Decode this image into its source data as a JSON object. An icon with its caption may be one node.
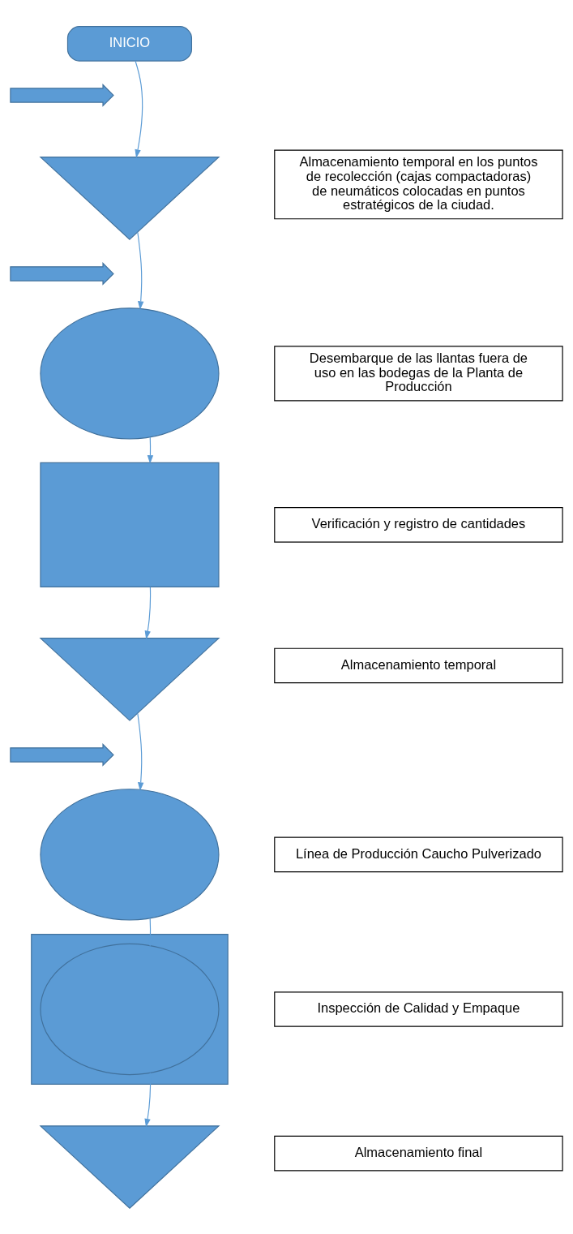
{
  "diagram": {
    "nodes": [
      {
        "text": [
          "INICIO"
        ]
      },
      {
        "text": [],
        "shape": "arrow"
      },
      {
        "text": [],
        "shape": "triangle"
      },
      {
        "text": [
          "Almacenamiento temporal en los puntos de recolección (cajas compactadoras) de neumáticos colocadas en puntos estratégicos de la ciudad."
        ]
      },
      {
        "text": [],
        "shape": "arrow"
      },
      {
        "text": [],
        "shape": "circle"
      },
      {
        "text": [
          "Desembarque de las llantas fuera de uso en las bodegas de la Planta de Producción"
        ]
      },
      {
        "text": [],
        "shape": "box"
      },
      {
        "text": [
          "Verificación y registro de cantidades"
        ]
      },
      {
        "text": [],
        "shape": "triangle"
      },
      {
        "text": [
          "Almacenamiento temporal"
        ]
      },
      {
        "text": [],
        "shape": "arrow"
      },
      {
        "text": [],
        "shape": "circle"
      },
      {
        "text": [
          "Línea de Producción Caucho Pulverizado"
        ]
      },
      {
        "text": [],
        "shape": "box"
      },
      {
        "text": [],
        "shape": "circle",
        "in": 14
      },
      {
        "text": [
          "Inspección de Calidad y Empaque"
        ]
      },
      {
        "text": [],
        "shape": "triangle"
      },
      {
        "text": [
          "Almacenamiento final"
        ]
      }
    ],
    "edges": [
      {
        "from": 0,
        "to": 2,
        "arrow": "to"
      },
      {
        "from": 2,
        "to": 5,
        "arrow": "to"
      },
      {
        "from": 5,
        "to": 7,
        "arrow": "to"
      },
      {
        "from": 7,
        "to": 9,
        "arrow": "to"
      },
      {
        "from": 9,
        "to": 12,
        "arrow": "to"
      },
      {
        "from": 12,
        "to": 15,
        "arrow": "to"
      },
      {
        "from": 15,
        "to": 17,
        "arrow": "to"
      }
    ]
  }
}
